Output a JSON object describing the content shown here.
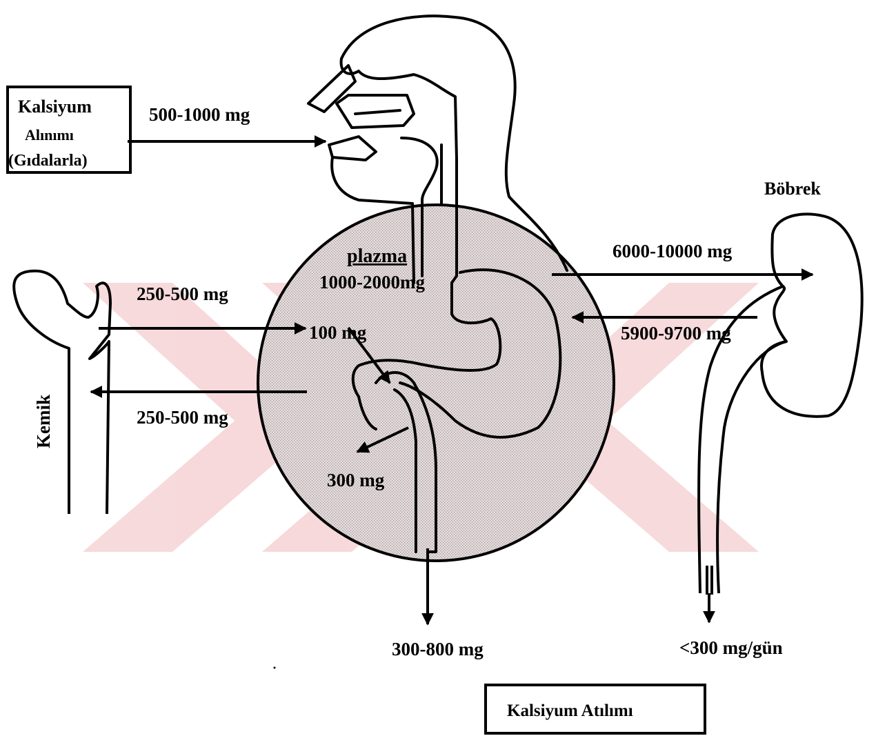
{
  "colors": {
    "ink": "#000000",
    "watermark": "#f2c6c8",
    "plasma_fill": "#e9dfe0"
  },
  "intake": {
    "box_line1": "Kalsiyum",
    "box_line2": "Alınımı",
    "box_line3": "(Gıdalarla)",
    "amount": "500-1000  mg"
  },
  "plasma": {
    "title": "plazma",
    "amount": "1000-2000mg"
  },
  "bone": {
    "label": "Kemik",
    "to_plasma": "250-500  mg",
    "from_plasma": "250-500  mg"
  },
  "gut": {
    "absorbed": "100 mg",
    "secreted": "300  mg",
    "fecal": "300-800  mg"
  },
  "kidney": {
    "label": "Böbrek",
    "filtered": "6000-10000  mg",
    "reabsorbed": "5900-9700  mg",
    "urinary": "<300  mg/gün"
  },
  "excretion": {
    "box_label": "Kalsiyum  Atılımı"
  },
  "icons": [
    "human-body-outline",
    "femur-bone-outline",
    "kidney-outline",
    "watermark-chevrons"
  ]
}
